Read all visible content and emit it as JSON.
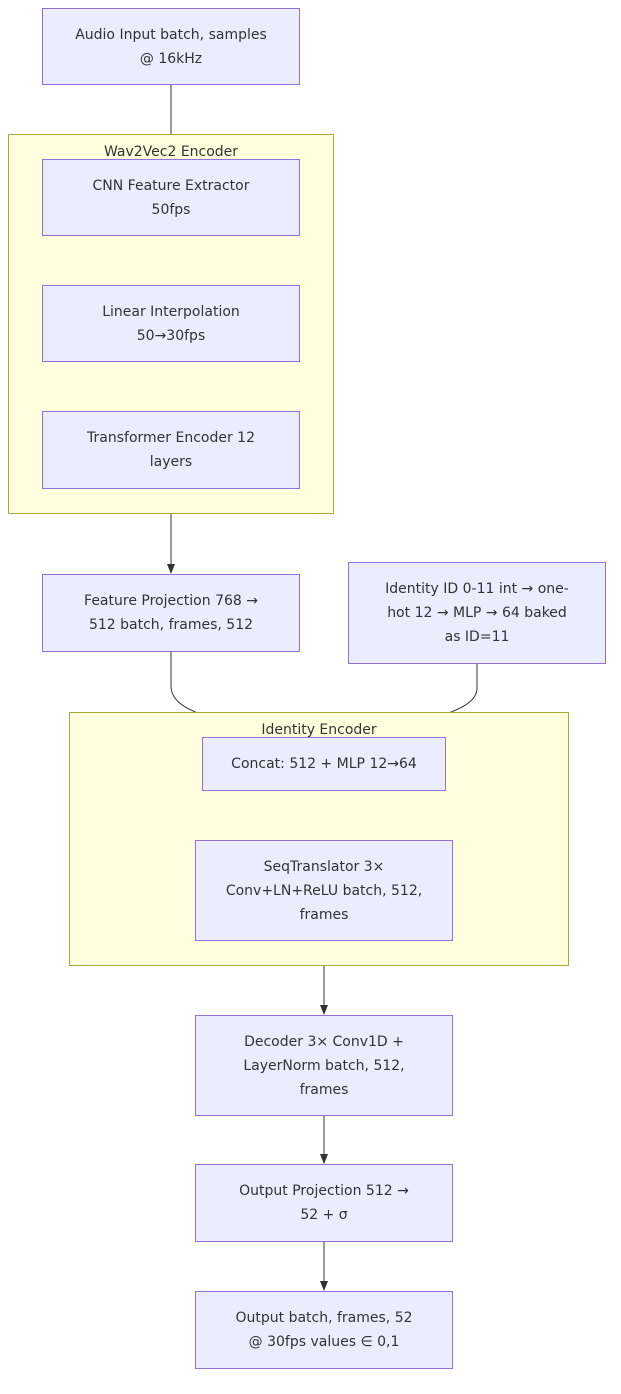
{
  "clusters": {
    "wav2vec": {
      "title": "Wav2Vec2 Encoder"
    },
    "identity": {
      "title": "Identity Encoder"
    }
  },
  "nodes": {
    "audio_input": {
      "lines": [
        "Audio Input batch, samples",
        "@ 16kHz"
      ]
    },
    "cnn": {
      "lines": [
        "CNN Feature Extractor",
        "50fps"
      ]
    },
    "interp": {
      "lines": [
        "Linear Interpolation",
        "50→30fps"
      ]
    },
    "transformer": {
      "lines": [
        "Transformer Encoder 12",
        "layers"
      ]
    },
    "feature_proj": {
      "lines": [
        "Feature Projection 768 →",
        "512 batch, frames, 512"
      ]
    },
    "identity_id": {
      "lines": [
        "Identity ID 0-11 int → one-",
        "hot 12 → MLP → 64 baked",
        "as ID=11"
      ]
    },
    "concat": {
      "lines": [
        "Concat: 512 + MLP 12→64"
      ]
    },
    "seq": {
      "lines": [
        "SeqTranslator 3×",
        "Conv+LN+ReLU batch, 512,",
        "frames"
      ]
    },
    "decoder": {
      "lines": [
        "Decoder 3× Conv1D +",
        "LayerNorm batch, 512,",
        "frames"
      ]
    },
    "output_proj": {
      "lines": [
        "Output Projection 512 →",
        "52 + σ"
      ]
    },
    "output": {
      "lines": [
        "Output batch, frames, 52",
        "@ 30fps values ∈ 0,1"
      ]
    }
  },
  "colors": {
    "node_fill": "#ececff",
    "node_border": "#9370db",
    "cluster_fill": "#ffffde",
    "cluster_border": "#aaaa33",
    "edge": "#333333",
    "text": "#333333"
  }
}
